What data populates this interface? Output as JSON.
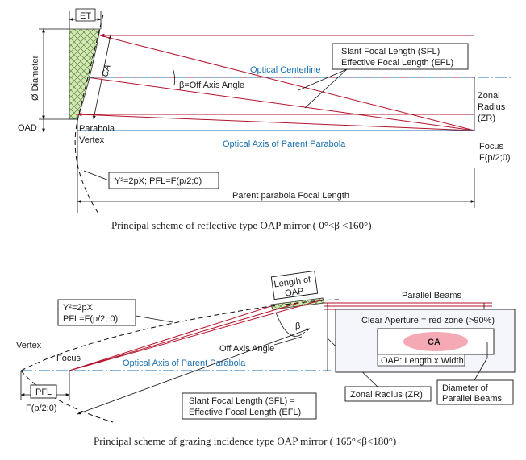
{
  "diagram1": {
    "et": "ET",
    "diameter": "Ø Diameter",
    "oad": "OAD",
    "ca": "CA",
    "beta_angle": "β=Off Axis Angle",
    "optical_centerline": "Optical Centerline",
    "sfl": "Slant Focal Length (SFL)",
    "efl": "Effective Focal Length (EFL)",
    "zonal": "Zonal",
    "radius": "Radius",
    "zr": "(ZR)",
    "parabola": "Parabola",
    "vertex": "Vertex",
    "optical_axis": "Optical Axis of Parent Parabola",
    "focus": "Focus",
    "focus_coord": "F(p/2;0)",
    "equation": "Y²=2pX; PFL=F(p/2;0)",
    "parent_focal": "Parent parabola Focal Length",
    "caption": "Principal scheme of reflective type OAP mirror ( 0°<β <160°)"
  },
  "diagram2": {
    "length_of": "Length of",
    "oap": "OAP",
    "parallel_beams": "Parallel Beams",
    "eq_line1": "Y²=2pX;",
    "eq_line2": "PFL=F(p/2; 0)",
    "beta": "β",
    "clear_aperture": "Clear Aperture = red zone (>90%)",
    "ca": "CA",
    "oap_dims": "OAP: Length x Width",
    "vertex": "Vertex",
    "focus": "Focus",
    "off_axis_angle": "Off Axis Angle",
    "optical_axis": "Optical Axis of Parent Parabola",
    "pfl": "PFL",
    "pfl_coord": "F(p/2;0)",
    "zonal_radius": "Zonal Radius (ZR)",
    "diameter_of": "Diameter of",
    "parallel_beams_2": "Parallel Beams",
    "sfl": "Slant Focal Length (SFL) =",
    "efl": "Effective Focal Length (EFL)",
    "caption": "Principal scheme of grazing incidence type OAP mirror ( 165°<β<180°)"
  }
}
